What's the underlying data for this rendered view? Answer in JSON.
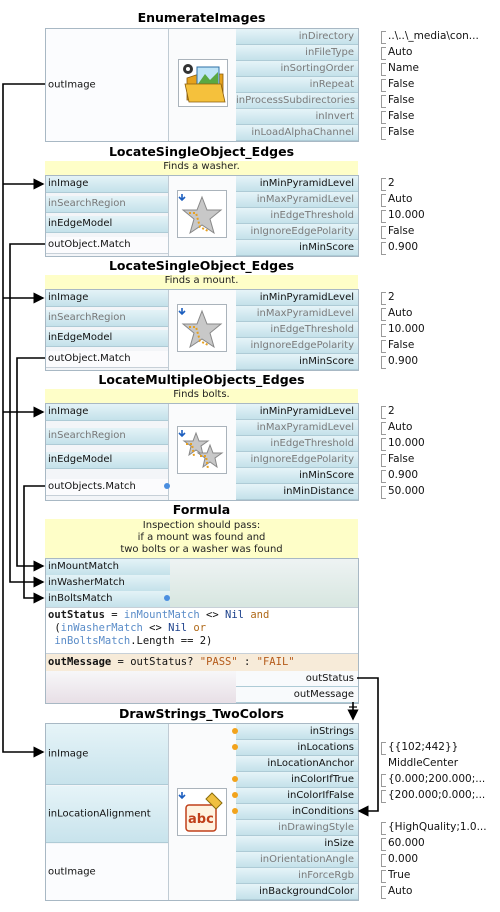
{
  "colors": {
    "input_port": "#c4e1ea",
    "description_bg": "#fefec8",
    "wire": "#000000",
    "formula_keyword": "#b06a1a",
    "formula_input": "#5a8cc8"
  },
  "enumerate_images": {
    "title": "EnumerateImages",
    "icon": "folder-images-icon",
    "outputs": [
      "outImage"
    ],
    "params": [
      {
        "name": "inDirectory",
        "value": "..\\..\\_media\\con..."
      },
      {
        "name": "inFileType",
        "value": "Auto"
      },
      {
        "name": "inSortingOrder",
        "value": "Name"
      },
      {
        "name": "inRepeat",
        "value": "False"
      },
      {
        "name": "inProcessSubdirectories",
        "value": "False"
      },
      {
        "name": "inInvert",
        "value": "False"
      },
      {
        "name": "inLoadAlphaChannel",
        "value": "False"
      }
    ]
  },
  "locate_washer": {
    "title": "LocateSingleObject_Edges",
    "description": "Finds a washer.",
    "icon": "star-template-icon",
    "inputs": [
      "inImage",
      "inSearchRegion",
      "inEdgeModel"
    ],
    "outputs": [
      "outObject.Match"
    ],
    "params": [
      {
        "name": "inMinPyramidLevel",
        "value": "2"
      },
      {
        "name": "inMaxPyramidLevel",
        "value": "Auto"
      },
      {
        "name": "inEdgeThreshold",
        "value": "10.000"
      },
      {
        "name": "inIgnoreEdgePolarity",
        "value": "False"
      },
      {
        "name": "inMinScore",
        "value": "0.900"
      }
    ]
  },
  "locate_mount": {
    "title": "LocateSingleObject_Edges",
    "description": "Finds a mount.",
    "icon": "star-template-icon",
    "inputs": [
      "inImage",
      "inSearchRegion",
      "inEdgeModel"
    ],
    "outputs": [
      "outObject.Match"
    ],
    "params": [
      {
        "name": "inMinPyramidLevel",
        "value": "2"
      },
      {
        "name": "inMaxPyramidLevel",
        "value": "Auto"
      },
      {
        "name": "inEdgeThreshold",
        "value": "10.000"
      },
      {
        "name": "inIgnoreEdgePolarity",
        "value": "False"
      },
      {
        "name": "inMinScore",
        "value": "0.900"
      }
    ]
  },
  "locate_bolts": {
    "title": "LocateMultipleObjects_Edges",
    "description": "Finds bolts.",
    "icon": "multi-star-template-icon",
    "inputs": [
      "inImage",
      "inSearchRegion",
      "inEdgeModel"
    ],
    "outputs": [
      "outObjects.Match"
    ],
    "params": [
      {
        "name": "inMinPyramidLevel",
        "value": "2"
      },
      {
        "name": "inMaxPyramidLevel",
        "value": "Auto"
      },
      {
        "name": "inEdgeThreshold",
        "value": "10.000"
      },
      {
        "name": "inIgnoreEdgePolarity",
        "value": "False"
      },
      {
        "name": "inMinScore",
        "value": "0.900"
      },
      {
        "name": "inMinDistance",
        "value": "50.000"
      }
    ]
  },
  "formula": {
    "title": "Formula",
    "description": [
      "Inspection should pass:",
      "if a mount was found and",
      "two bolts  or a washer was found"
    ],
    "inputs": [
      "inMountMatch",
      "inWasherMatch",
      "inBoltsMatch"
    ],
    "code": {
      "line1": {
        "out": "outStatus",
        "eq": " = ",
        "a": "inMountMatch",
        "op": " <> ",
        "nil": "Nil",
        "kw": " and"
      },
      "line2": {
        "open": " (",
        "a": "inWasherMatch",
        "op": " <> ",
        "nil": "Nil",
        "kw": " or"
      },
      "line3": {
        "pre": " ",
        "a": "inBoltsMatch",
        "rest": ".Length == 2)"
      },
      "line4": {
        "out": "outMessage",
        "eq": " = ",
        "a": "outStatus",
        "q": "? ",
        "s1": "\"PASS\"",
        "c": " : ",
        "s2": "\"FAIL\""
      }
    },
    "outputs": [
      "outStatus",
      "outMessage"
    ]
  },
  "draw_strings": {
    "title": "DrawStrings_TwoColors",
    "icon": "draw-text-icon",
    "inputs": [
      "inImage",
      "inLocationAlignment"
    ],
    "outputs": [
      "outImage"
    ],
    "params": [
      {
        "name": "inStrings",
        "value": ""
      },
      {
        "name": "inLocations",
        "value": "{{102;442}}"
      },
      {
        "name": "inLocationAnchor",
        "value": "MiddleCenter"
      },
      {
        "name": "inColorIfTrue",
        "value": "{0.000;200.000;..."
      },
      {
        "name": "inColorIfFalse",
        "value": "{200.000;0.000;..."
      },
      {
        "name": "inConditions",
        "value": ""
      },
      {
        "name": "inDrawingStyle",
        "value": "{HighQuality;1.0..."
      },
      {
        "name": "inSize",
        "value": "60.000"
      },
      {
        "name": "inOrientationAngle",
        "value": "0.000"
      },
      {
        "name": "inForceRgb",
        "value": "True"
      },
      {
        "name": "inBackgroundColor",
        "value": "Auto"
      }
    ]
  }
}
